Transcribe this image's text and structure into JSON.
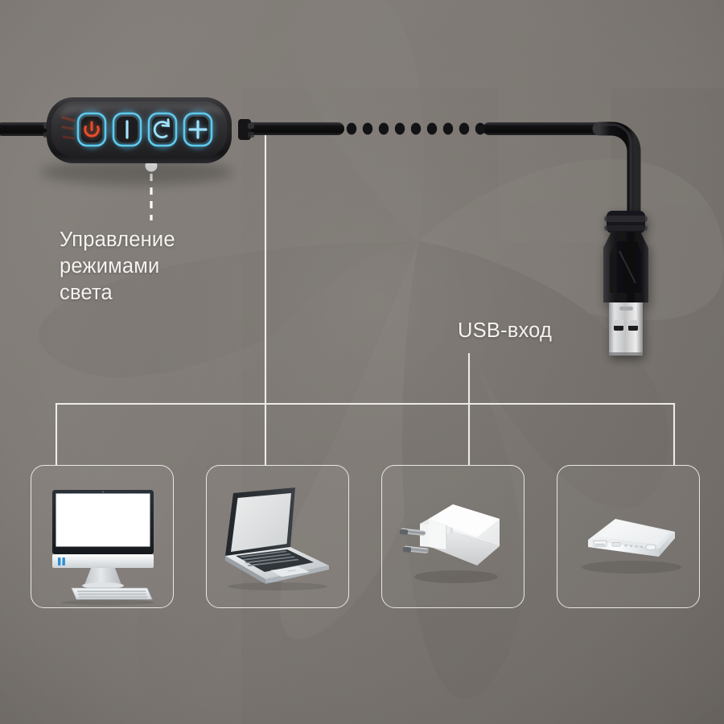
{
  "meta": {
    "language": "ru",
    "background_color": "#7a7570",
    "line_color": "#ecebe8",
    "text_color": "#f4f2f0"
  },
  "labels": {
    "control": "Управление\nрежимами\nсвета",
    "usb": "USB-вход"
  },
  "controller": {
    "name": "inline-light-controller",
    "body_color": "#2a2a2c",
    "buttons": [
      {
        "id": "power",
        "icon": "power-icon",
        "glyph_color": "#e8401f",
        "ring_color": "#4fc8f2"
      },
      {
        "id": "minus",
        "icon": "brightness-down-icon",
        "glyph_color": "#8fdcf8",
        "ring_color": "#4fc8f2"
      },
      {
        "id": "mode",
        "icon": "mode-cycle-icon",
        "glyph_color": "#8fdcf8",
        "ring_color": "#4fc8f2"
      },
      {
        "id": "plus",
        "icon": "brightness-up-icon",
        "glyph_color": "#8fdcf8",
        "ring_color": "#4fc8f2"
      }
    ],
    "callout_target_button": "mode"
  },
  "cable": {
    "color": "#141416",
    "dotted_segment_dots": 9,
    "connector": {
      "type": "USB-A",
      "overmold_color": "#1b1b1d",
      "shell_color": "#c9cacb"
    }
  },
  "devices": [
    {
      "id": "monitor",
      "icon": "desktop-monitor-icon",
      "label": ""
    },
    {
      "id": "laptop",
      "icon": "laptop-icon",
      "label": ""
    },
    {
      "id": "charger",
      "icon": "wall-charger-icon",
      "label": ""
    },
    {
      "id": "powerbank",
      "icon": "power-bank-icon",
      "label": ""
    }
  ]
}
